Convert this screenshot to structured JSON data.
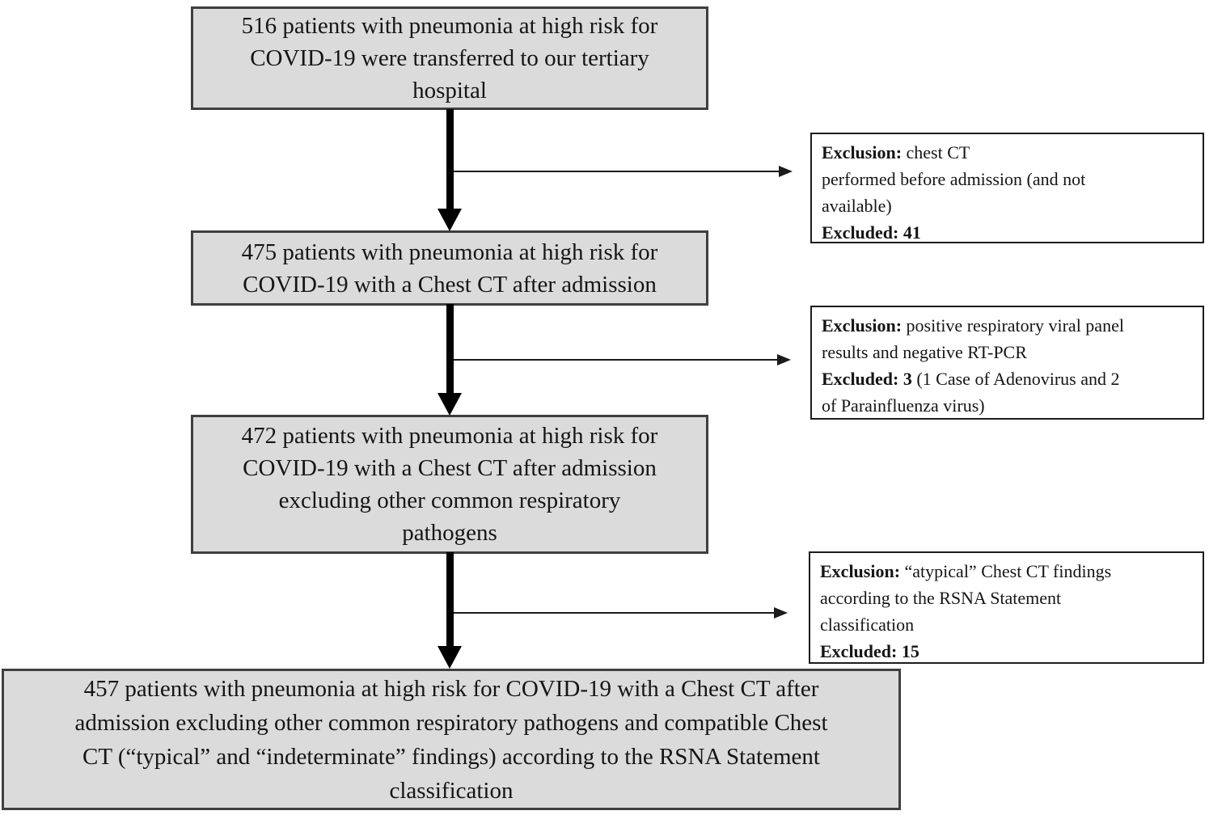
{
  "figure": {
    "title": "COVID-19 patient inclusion flowchart",
    "colors": {
      "box_fill": "#dbdbdb",
      "box_border": "#3f3f3f",
      "exclusion_fill": "#ffffff",
      "exclusion_border": "#1c1c1c",
      "arrow": "#000000",
      "text": "#151515",
      "background": "#ffffff"
    }
  },
  "flow_boxes": [
    {
      "id": "box-516",
      "count": "516",
      "lines": [
        "516 patients with pneumonia at high risk for",
        "COVID-19 were transferred to our tertiary",
        "hospital"
      ]
    },
    {
      "id": "box-475",
      "count": "475",
      "lines": [
        "475 patients with pneumonia at high risk for",
        "COVID-19 with a Chest CT after admission"
      ]
    },
    {
      "id": "box-472",
      "count": "472",
      "lines": [
        "472 patients with pneumonia at high risk for",
        "COVID-19 with a Chest CT after admission",
        "excluding other common respiratory",
        "pathogens"
      ]
    },
    {
      "id": "box-457",
      "count": "457",
      "lines": [
        "457 patients with pneumonia at high risk for COVID-19 with a Chest CT after",
        "admission excluding other common respiratory pathogens and compatible Chest",
        "CT (“typical” and “indeterminate” findings) according to the RSNA Statement",
        "classification"
      ]
    }
  ],
  "exclusion_boxes": [
    {
      "id": "exclusion-1",
      "excluded_count": "41",
      "lines": [
        [
          {
            "t": "Exclusion:",
            "b": true
          },
          {
            "t": " chest CT",
            "b": false
          }
        ],
        [
          {
            "t": "performed before admission (and not",
            "b": false
          }
        ],
        [
          {
            "t": "available)",
            "b": false
          }
        ],
        [
          {
            "t": "Excluded: 41",
            "b": true
          }
        ]
      ]
    },
    {
      "id": "exclusion-2",
      "excluded_count": "3",
      "lines": [
        [
          {
            "t": "Exclusion:",
            "b": true
          },
          {
            "t": " positive respiratory viral panel",
            "b": false
          }
        ],
        [
          {
            "t": "results and negative RT-PCR",
            "b": false
          }
        ],
        [
          {
            "t": "Excluded: 3",
            "b": true
          },
          {
            "t": " (1 Case of Adenovirus and 2",
            "b": false
          }
        ],
        [
          {
            "t": "of Parainfluenza virus)",
            "b": false
          }
        ]
      ]
    },
    {
      "id": "exclusion-3",
      "excluded_count": "15",
      "lines": [
        [
          {
            "t": "Exclusion:",
            "b": true
          },
          {
            "t": " “atypical” Chest CT findings",
            "b": false
          }
        ],
        [
          {
            "t": "according to the RSNA Statement",
            "b": false
          }
        ],
        [
          {
            "t": "classification",
            "b": false
          }
        ],
        [
          {
            "t": "Excluded: 15",
            "b": true
          }
        ]
      ]
    }
  ],
  "edges": [
    {
      "from": "box-516",
      "to": "box-475",
      "style": "thick-down-arrow"
    },
    {
      "from": "box-475",
      "to": "box-472",
      "style": "thick-down-arrow"
    },
    {
      "from": "box-472",
      "to": "box-457",
      "style": "thick-down-arrow"
    },
    {
      "from": "box-516 → box-475 arrow",
      "to": "exclusion-1",
      "style": "thin-right-arrow"
    },
    {
      "from": "box-475 → box-472 arrow",
      "to": "exclusion-2",
      "style": "thin-right-arrow"
    },
    {
      "from": "box-472 → box-457 arrow",
      "to": "exclusion-3",
      "style": "thin-right-arrow"
    }
  ]
}
